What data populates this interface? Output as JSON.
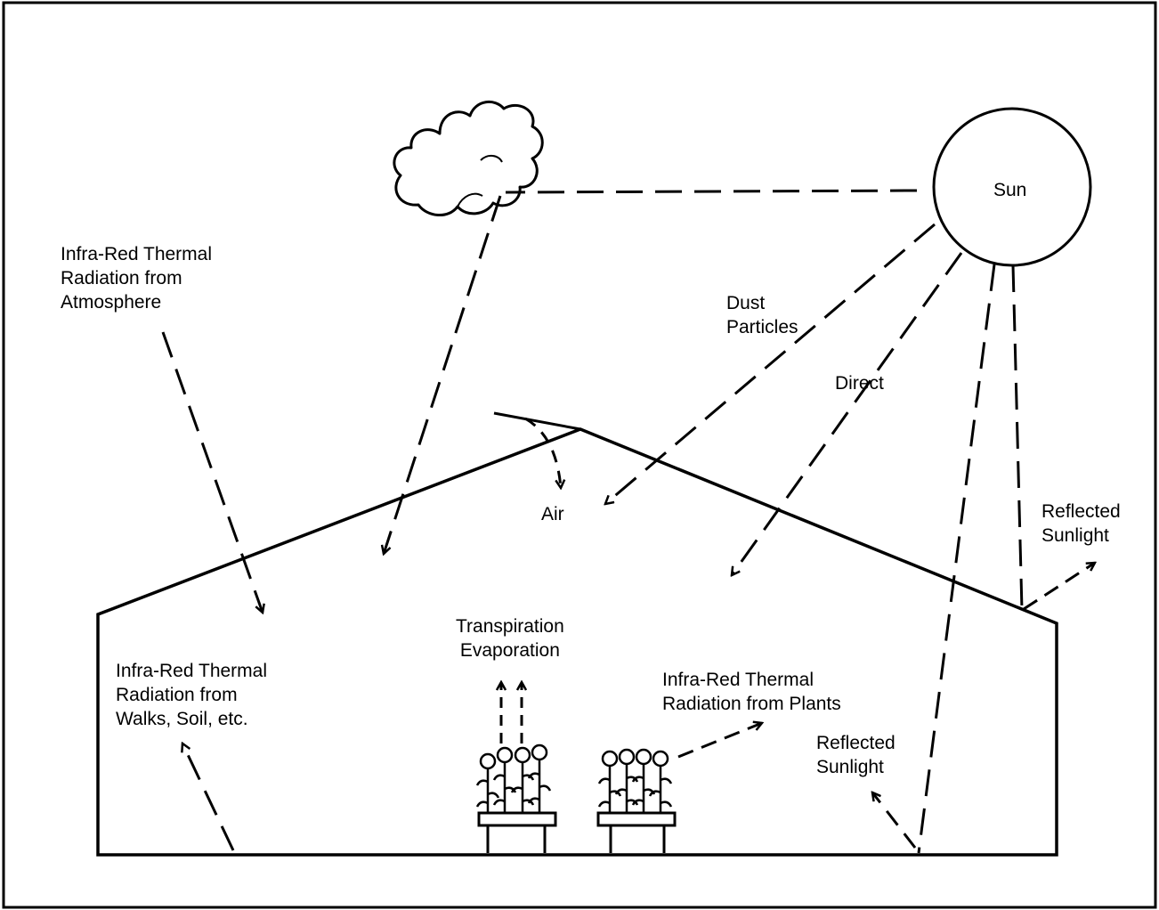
{
  "labels": {
    "sun": "Sun",
    "ir_atmosphere": "Infra-Red Thermal\nRadiation from\nAtmosphere",
    "dust_particles": "Dust\nParticles",
    "direct": "Direct",
    "air": "Air",
    "reflected_sunlight_roof": "Reflected\nSunlight",
    "transpiration_evaporation": "Transpiration\nEvaporation",
    "ir_walks_soil": "Infra-Red Thermal\nRadiation from\nWalks, Soil, etc.",
    "ir_plants": "Infra-Red Thermal\nRadiation from Plants",
    "reflected_sunlight_floor": "Reflected\nSunlight"
  },
  "colors": {
    "line": "#000000",
    "background": "#ffffff"
  }
}
